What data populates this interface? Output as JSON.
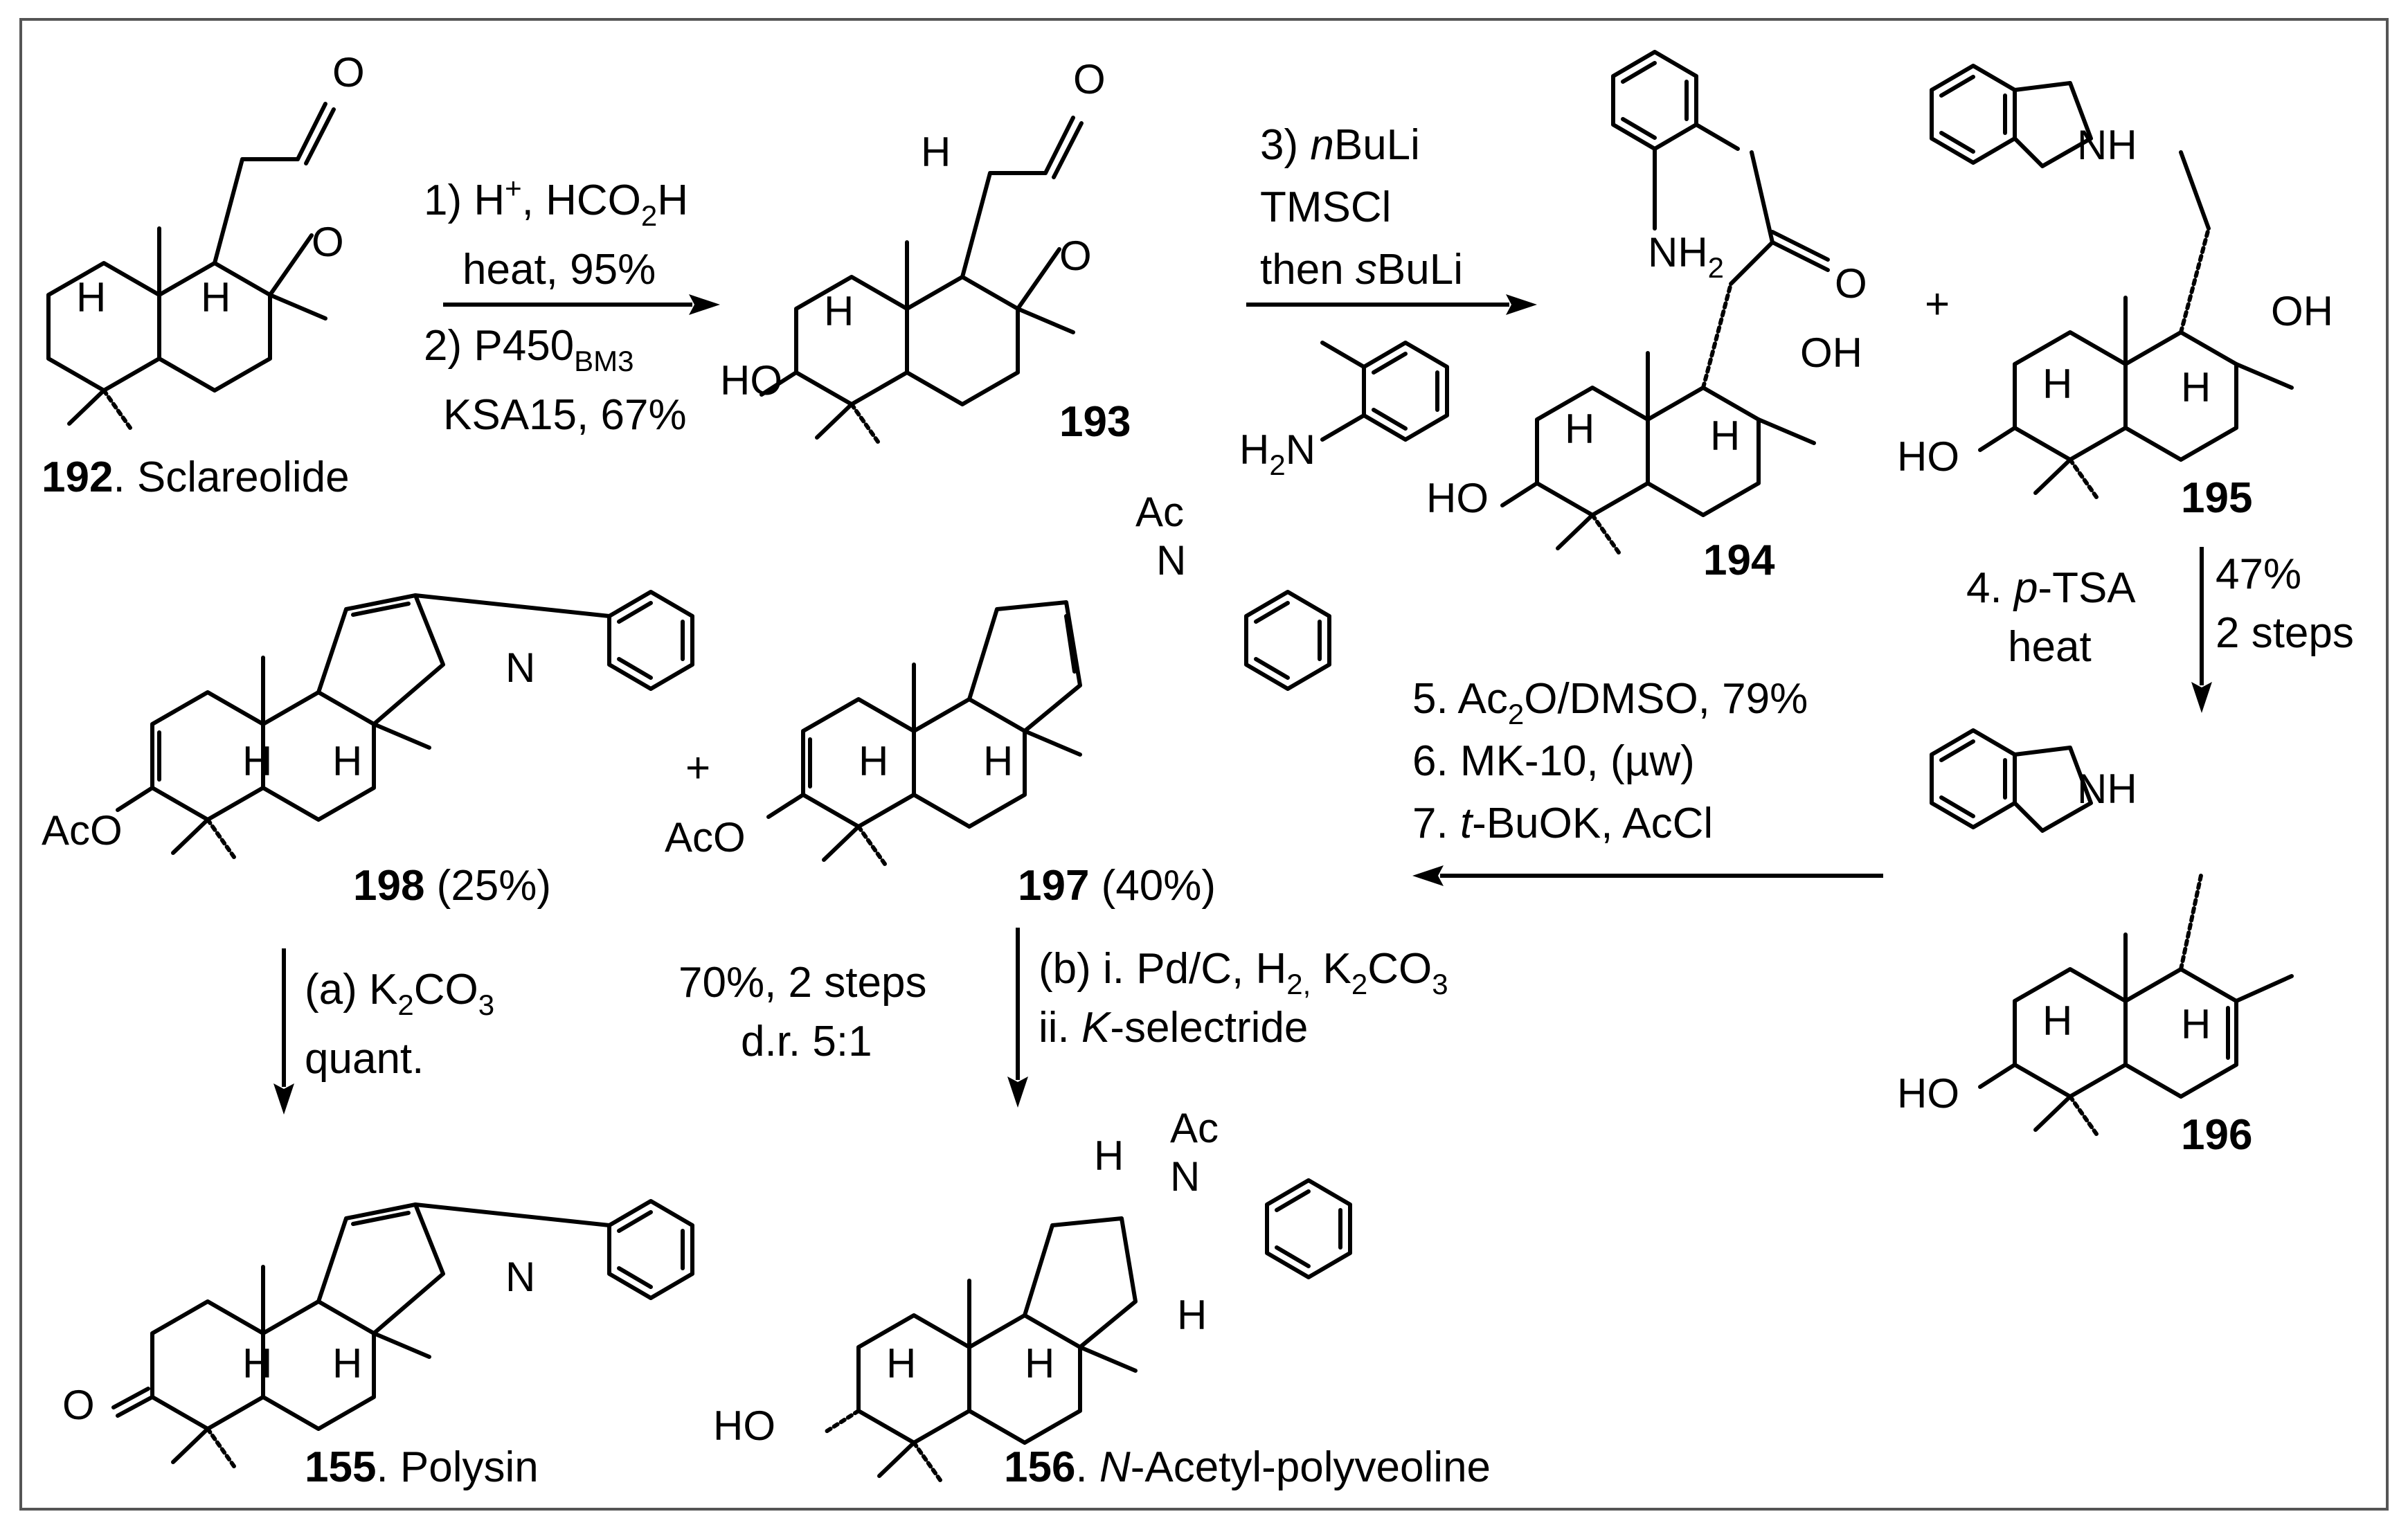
{
  "figure": {
    "compounds": {
      "c192": {
        "number": "192",
        "name": ". Sclareolide"
      },
      "c193": {
        "number": "193"
      },
      "c194": {
        "number": "194"
      },
      "c195": {
        "number": "195"
      },
      "c196": {
        "number": "196"
      },
      "c197": {
        "number": "197",
        "yield": " (40%)"
      },
      "c198": {
        "number": "198",
        "yield": " (25%)"
      },
      "c155": {
        "number": "155",
        "name": ". Polysin"
      },
      "c156": {
        "number": "156",
        "name_prefix": ". ",
        "name_italic": "N",
        "name_rest": "-Acetyl-polyveoline"
      }
    },
    "atoms": {
      "O": "O",
      "OH": "OH",
      "HO": "HO",
      "H": "H",
      "NH": "NH",
      "N": "N",
      "Ac": "Ac",
      "AcO": "AcO",
      "NH2": "NH",
      "NH2_sub": "2",
      "H2N": "H",
      "H2N_sub": "2",
      "H2N_N": "N",
      "plus": "+"
    },
    "steps": {
      "s1": {
        "l1a": "1) H",
        "l1sup": "+",
        "l1b": ", HCO",
        "l1sub": "2",
        "l1c": "H",
        "l2": "heat, 95%",
        "l3a": "2) P450",
        "l3sub": "BM3",
        "l4": "KSA15, 67%"
      },
      "s2": {
        "l1a": "3) ",
        "l1i": "n",
        "l1b": "BuLi",
        "l2": "TMSCl",
        "l3a": "then ",
        "l3i": "s",
        "l3b": "BuLi"
      },
      "s4": {
        "l1a": "4. ",
        "l1i": "p",
        "l1b": "-TSA",
        "l2": "heat",
        "y1": "47%",
        "y2": "2 steps"
      },
      "s5": {
        "l1a": "5. Ac",
        "l1sub": "2",
        "l1b": "O/DMSO, 79%",
        "l2": "6. MK-10, (µw)",
        "l3a": "7. ",
        "l3i": "t",
        "l3b": "-BuOK, AcCl"
      },
      "sa": {
        "l1a": "(a) K",
        "l1sub1": "2",
        "l1b": "CO",
        "l1sub2": "3",
        "l2": "quant."
      },
      "sb": {
        "l1a": "(b) i. Pd/C, H",
        "l1sub1": "2,",
        "l1b": " K",
        "l1sub2": "2",
        "l1c": "CO",
        "l1sub3": "3",
        "l2a": "ii. ",
        "l2i": "K",
        "l2b": "-selectride",
        "y1": "70%, 2 steps",
        "y2": "d.r. 5:1"
      }
    }
  }
}
